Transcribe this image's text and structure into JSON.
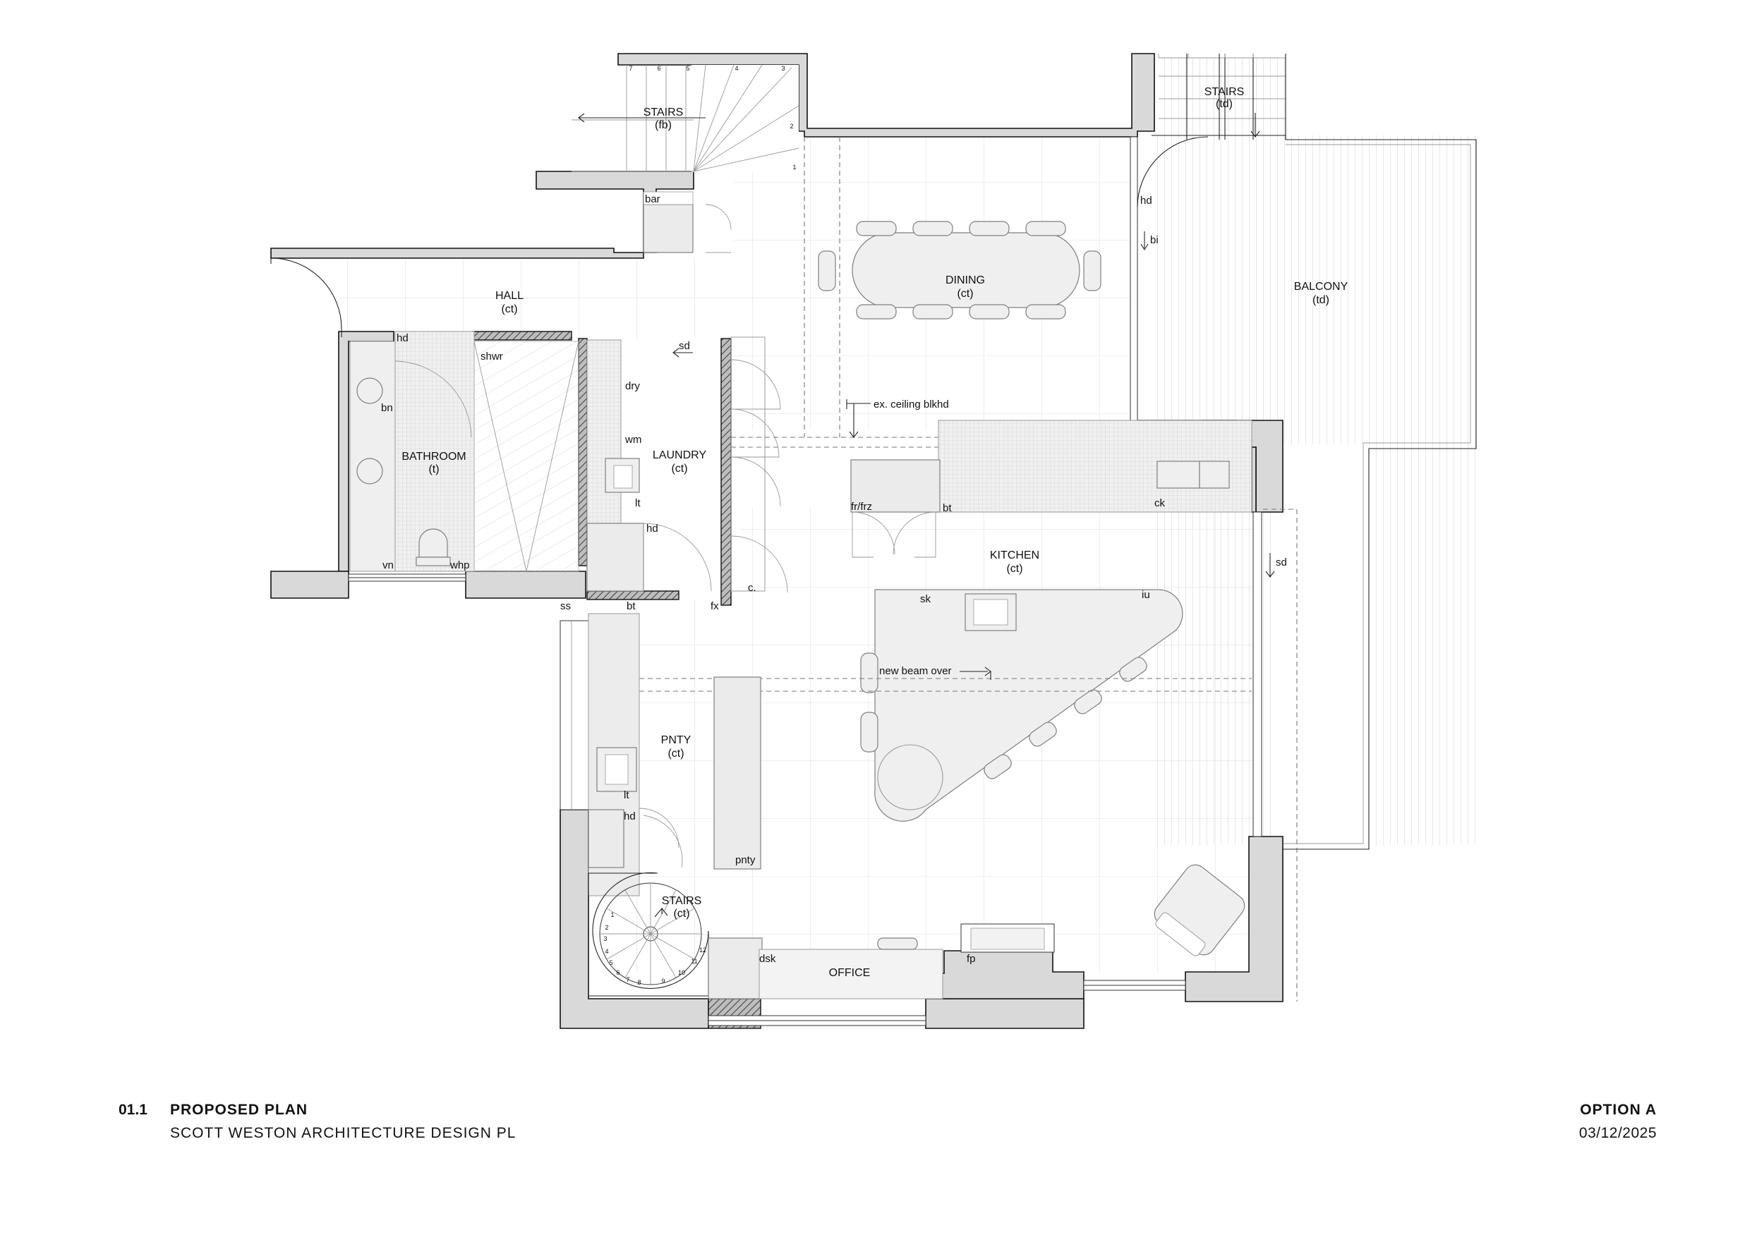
{
  "rooms": {
    "hall": {
      "name": "HALL",
      "finish": "(ct)"
    },
    "stairs_top": {
      "name": "STAIRS",
      "finish": "(fb)"
    },
    "stairs_right": {
      "name": "STAIRS",
      "finish": "(td)"
    },
    "dining": {
      "name": "DINING",
      "finish": "(ct)"
    },
    "balcony": {
      "name": "BALCONY",
      "finish": "(td)"
    },
    "bathroom": {
      "name": "BATHROOM",
      "finish": "(t)"
    },
    "laundry": {
      "name": "LAUNDRY",
      "finish": "(ct)"
    },
    "kitchen": {
      "name": "KITCHEN",
      "finish": "(ct)"
    },
    "pantry": {
      "name": "PNTY",
      "finish": "(ct)"
    },
    "stairs_spiral": {
      "name": "STAIRS",
      "finish": "(ct)"
    },
    "office": {
      "name": "OFFICE"
    }
  },
  "fixture_labels": {
    "bar": "bar",
    "hd_hall": "hd",
    "hd_balcony": "hd",
    "bi": "bi",
    "shwr": "shwr",
    "sd_laundry": "sd",
    "dry": "dry",
    "wm": "wm",
    "lt_laundry": "lt",
    "hd_laundry": "hd",
    "bn": "bn",
    "vn": "vn",
    "whp": "whp",
    "c": "c.",
    "fx": "fx",
    "bt_laundry": "bt",
    "ss": "ss",
    "ceiling_note": "ex. ceiling blkhd",
    "fr_frz": "fr/frz",
    "bt_kitchen": "bt",
    "ck": "ck",
    "sd_kitchen": "sd",
    "sk": "sk",
    "iu": "iu",
    "beam_note": "new beam over",
    "lt_pantry": "lt",
    "hd_pantry": "hd",
    "pnty": "pnty",
    "dsk": "dsk",
    "fp": "fp"
  },
  "stair_numbers": {
    "top": [
      "7",
      "6",
      "5",
      "4",
      "3",
      "2",
      "1"
    ],
    "spiral": [
      "1",
      "2",
      "3",
      "4",
      "5",
      "6",
      "7",
      "8",
      "9",
      "10",
      "11",
      "12"
    ]
  },
  "title_block": {
    "sheet_number": "01.1",
    "title": "PROPOSED PLAN",
    "firm": "SCOTT WESTON ARCHITECTURE DESIGN PL",
    "option": "OPTION A",
    "date": "03/12/2025"
  }
}
